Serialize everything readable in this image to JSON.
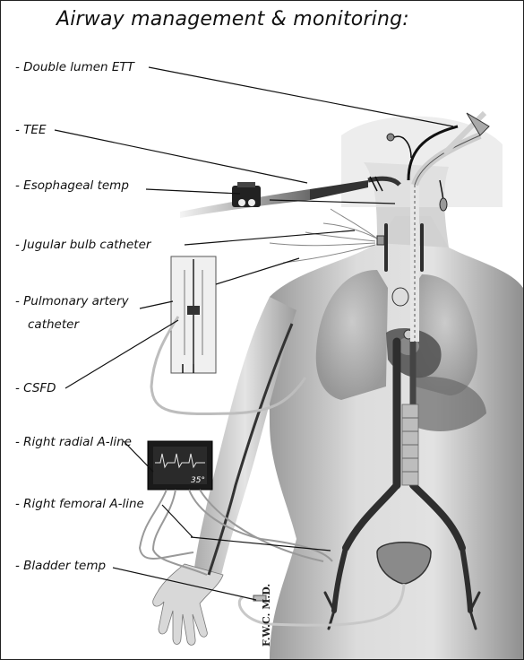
{
  "title": "Airway management & monitoring:",
  "labels": [
    {
      "id": "double-lumen-ett",
      "text": "- Double lumen ETT"
    },
    {
      "id": "tee",
      "text": "- TEE"
    },
    {
      "id": "esophageal-temp",
      "text": "- Esophageal temp"
    },
    {
      "id": "jugular-bulb-catheter",
      "text": "- Jugular bulb catheter"
    },
    {
      "id": "pulmonary-artery-catheter",
      "text": "- Pulmonary artery",
      "text2": "catheter"
    },
    {
      "id": "csfd",
      "text": "- CSFD"
    },
    {
      "id": "right-radial-a-line",
      "text": "- Right radial A-line"
    },
    {
      "id": "right-femoral-a-line",
      "text": "- Right femoral A-line"
    },
    {
      "id": "bladder-temp",
      "text": "- Bladder temp"
    }
  ],
  "monitor": {
    "temperature": "35°"
  },
  "signature": "F.W.C. M.D.",
  "colors": {
    "ink": "#111111",
    "body": "#c9c9c9",
    "vessel": "#333333",
    "monitor": "#1a1a1a",
    "trace": "#e8e8e8"
  }
}
